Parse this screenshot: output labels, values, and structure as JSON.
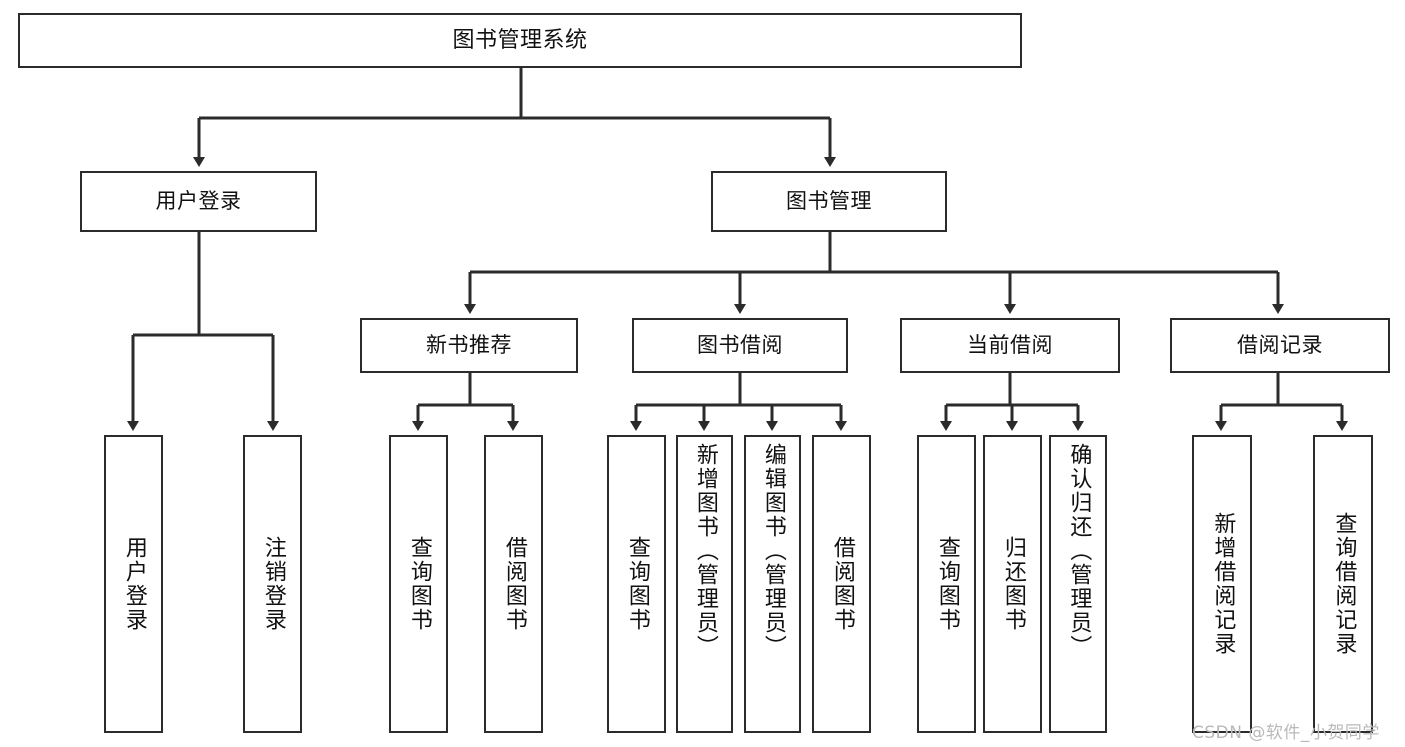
{
  "diagram": {
    "title": "图书管理系统",
    "type": "tree",
    "watermark": "CSDN @软件_小贺同学",
    "colors": {
      "stroke": "#2b2b2b",
      "fill": "#ffffff",
      "text": "#111111",
      "watermark": "#b9b9b9"
    },
    "root": {
      "id": "root",
      "label": "图书管理系统"
    },
    "level2": [
      {
        "id": "user-login",
        "label": "用户登录"
      },
      {
        "id": "book-management",
        "label": "图书管理"
      }
    ],
    "level3": [
      {
        "id": "new-book-recommend",
        "label": "新书推荐"
      },
      {
        "id": "book-borrow",
        "label": "图书借阅"
      },
      {
        "id": "current-borrow",
        "label": "当前借阅"
      },
      {
        "id": "borrow-record",
        "label": "借阅记录"
      }
    ],
    "leaves": {
      "user_login": [
        {
          "id": "leaf-user-login",
          "label": "用户登录"
        },
        {
          "id": "leaf-logout",
          "label": "注销登录"
        }
      ],
      "new_book_recommend": [
        {
          "id": "leaf-query-book-1",
          "label": "查询图书"
        },
        {
          "id": "leaf-borrow-book-1",
          "label": "借阅图书"
        }
      ],
      "book_borrow": [
        {
          "id": "leaf-query-book-2",
          "label": "查询图书"
        },
        {
          "id": "leaf-add-book",
          "label": "新增图书（管理员）"
        },
        {
          "id": "leaf-edit-book",
          "label": "编辑图书（管理员）"
        },
        {
          "id": "leaf-borrow-book-2",
          "label": "借阅图书"
        }
      ],
      "current_borrow": [
        {
          "id": "leaf-query-book-3",
          "label": "查询图书"
        },
        {
          "id": "leaf-return-book",
          "label": "归还图书"
        },
        {
          "id": "leaf-confirm-return",
          "label": "确认归还（管理员）"
        }
      ],
      "borrow_record": [
        {
          "id": "leaf-add-record",
          "label": "新增借阅记录"
        },
        {
          "id": "leaf-query-record",
          "label": "查询借阅记录"
        }
      ]
    }
  }
}
